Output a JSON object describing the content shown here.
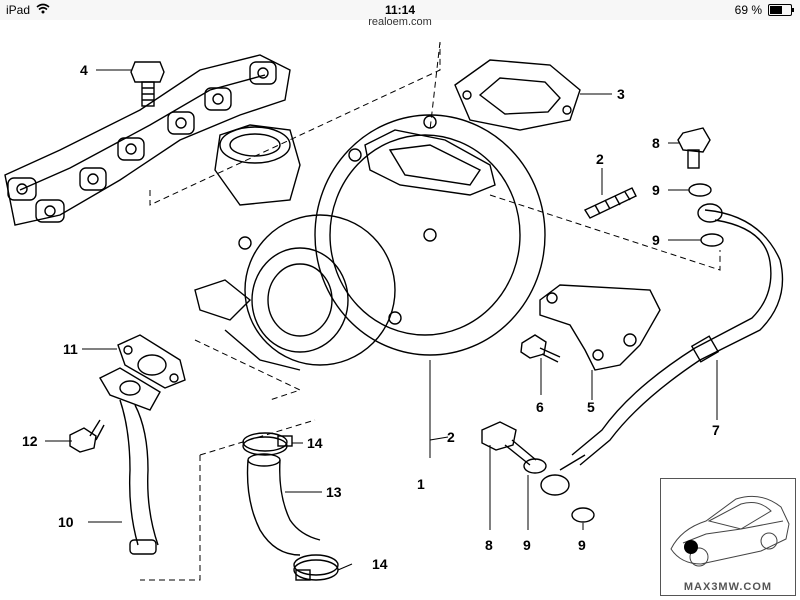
{
  "status_bar": {
    "device": "iPad",
    "time": "11:14",
    "battery_percent_text": "69 %",
    "battery_level": 0.69
  },
  "url": "realoem.com",
  "callouts": [
    "4",
    "3",
    "8",
    "2",
    "9",
    "9",
    "11",
    "6",
    "5",
    "7",
    "12",
    "2",
    "14",
    "1",
    "13",
    "10",
    "8",
    "9",
    "9",
    "14"
  ],
  "thumbnail": {
    "watermark": "MAX3MW.COM"
  }
}
